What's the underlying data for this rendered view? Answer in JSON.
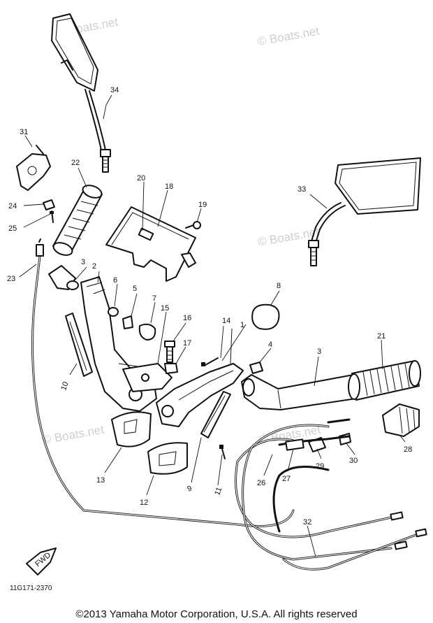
{
  "watermark": "© Boats.net",
  "diagram_code": "11G171-2370",
  "copyright": "©2013 Yamaha Motor Corporation, U.S.A. All rights reserved",
  "fwd_label": "FWD",
  "callouts": [
    "1",
    "2",
    "3",
    "3",
    "4",
    "5",
    "6",
    "7",
    "8",
    "9",
    "10",
    "11",
    "12",
    "13",
    "14",
    "15",
    "16",
    "17",
    "18",
    "19",
    "20",
    "21",
    "22",
    "23",
    "24",
    "25",
    "26",
    "27",
    "28",
    "29",
    "30",
    "31",
    "32",
    "33",
    "34"
  ]
}
